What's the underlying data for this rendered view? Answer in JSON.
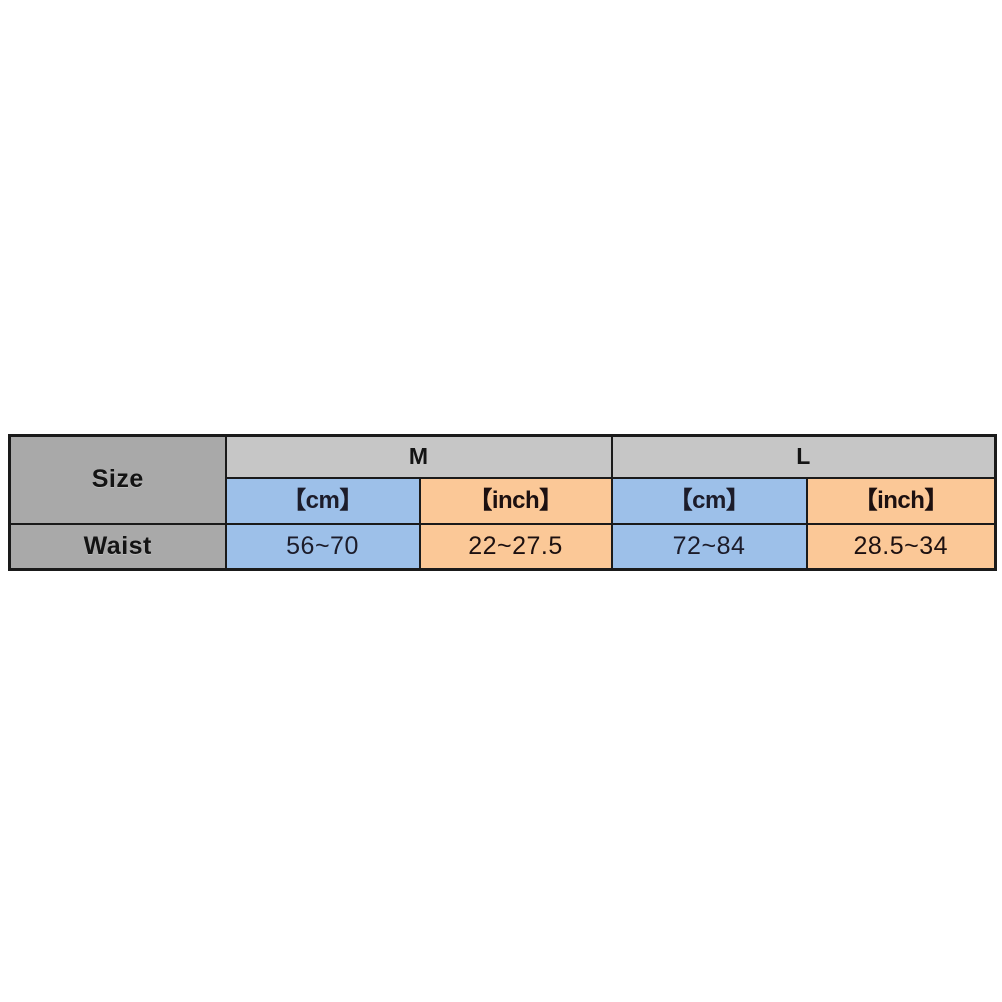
{
  "chart_data": {
    "type": "table",
    "title": "",
    "row_header_label": "Size",
    "measurement_rows": [
      {
        "label": "Waist",
        "values": [
          "56~70",
          "22~27.5",
          "72~84",
          "28.5~34"
        ]
      }
    ],
    "size_groups": [
      {
        "name": "M",
        "units": [
          "【cm】",
          "【inch】"
        ],
        "cm_range": "56~70",
        "inch_range": "22~27.5"
      },
      {
        "name": "L",
        "units": [
          "【cm】",
          "【inch】"
        ],
        "cm_range": "72~84",
        "inch_range": "28.5~34"
      }
    ],
    "columns": [
      "Size",
      "M 【cm】",
      "M 【inch】",
      "L 【cm】",
      "L 【inch】"
    ],
    "colors": {
      "label_fill": "#a9a9a9",
      "group_fill": "#c6c6c6",
      "cm_fill": "#9dc0e9",
      "inch_fill": "#fbc897",
      "border": "#1a1a1a",
      "background": "#ffffff"
    }
  },
  "table": {
    "header": {
      "size_label": "Size",
      "group_m": "M",
      "group_l": "L",
      "unit_m_cm": "【cm】",
      "unit_m_inch": "【inch】",
      "unit_l_cm": "【cm】",
      "unit_l_inch": "【inch】"
    },
    "rows": [
      {
        "label": "Waist",
        "m_cm": "56~70",
        "m_inch": "22~27.5",
        "l_cm": "72~84",
        "l_inch": "28.5~34"
      }
    ]
  }
}
